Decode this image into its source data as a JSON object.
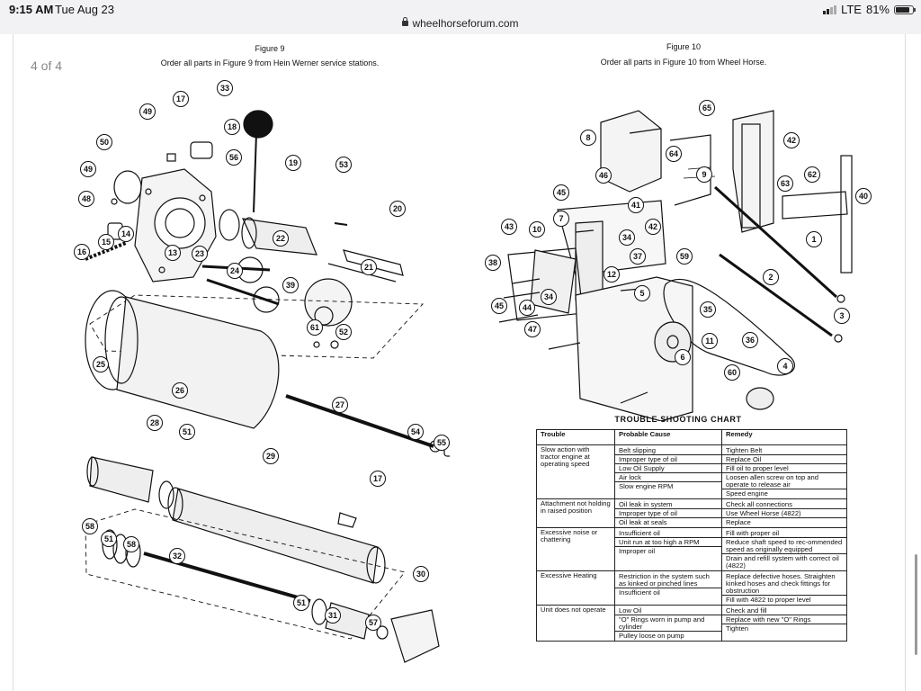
{
  "status_bar": {
    "time": "9:15 AM",
    "date": "Tue Aug 23",
    "url": "wheelhorseforum.com",
    "carrier": "LTE",
    "battery": "81%"
  },
  "viewer": {
    "page_indicator": "4 of 4"
  },
  "figure9": {
    "title": "Figure 9",
    "caption": "Order all parts in Figure  9 from Hein Werner service stations."
  },
  "figure10": {
    "title": "Figure 10",
    "caption": "Order all parts in Figure 10 from Wheel Horse."
  },
  "callouts9": [
    "33",
    "17",
    "49",
    "18",
    "50",
    "56",
    "19",
    "53",
    "49",
    "48",
    "20",
    "22",
    "16",
    "15",
    "14",
    "13",
    "23",
    "21",
    "24",
    "39",
    "25",
    "26",
    "61",
    "52",
    "27",
    "54",
    "55",
    "28",
    "51",
    "29",
    "17",
    "58",
    "51",
    "58",
    "32",
    "30",
    "51",
    "31",
    "57"
  ],
  "callouts10": [
    "65",
    "8",
    "42",
    "64",
    "9",
    "46",
    "63",
    "62",
    "40",
    "45",
    "41",
    "43",
    "10",
    "42",
    "7",
    "34",
    "1",
    "37",
    "38",
    "59",
    "12",
    "2",
    "45",
    "44",
    "34",
    "5",
    "47",
    "35",
    "3",
    "11",
    "36",
    "4",
    "6",
    "60"
  ],
  "trouble": {
    "title": "TROUBLE SHOOTING CHART",
    "headers": [
      "Trouble",
      "Probable Cause",
      "Remedy"
    ],
    "groups": [
      {
        "trouble": "Slow action with tractor engine at operating speed",
        "rows": [
          [
            "Belt slipping",
            "Tighten Belt"
          ],
          [
            "Improper type of oil",
            "Replace Oil"
          ],
          [
            "Low Oil Supply",
            "Fill oil to proper level"
          ],
          [
            "Air lock",
            "Loosen allen screw on top and operate to release air"
          ],
          [
            "Slow engine RPM",
            "Speed engine"
          ]
        ]
      },
      {
        "trouble": "Attachment not holding in raised position",
        "rows": [
          [
            "Oil leak in system",
            "Check all connections"
          ],
          [
            "Improper type of oil",
            "Use Wheel Horse (4822)"
          ],
          [
            "Oil leak at seals",
            "Replace"
          ]
        ]
      },
      {
        "trouble": "Excessive noise or chattering",
        "rows": [
          [
            "Insufficient oil",
            "Fill with proper oil"
          ],
          [
            "Unit run at too high a RPM",
            "Reduce shaft speed to rec-ommended speed as originally equipped"
          ],
          [
            "Improper oil",
            "Drain and refill system with correct oil (4822)"
          ]
        ]
      },
      {
        "trouble": "Excessive Heating",
        "rows": [
          [
            "Restriction in the system such as kinked or pinched lines",
            "Replace defective hoses. Straighten kinked hoses and check fittings for obstruction"
          ],
          [
            "Insufficient oil",
            "Fill with 4822 to proper level"
          ]
        ]
      },
      {
        "trouble": "Unit does not operate",
        "rows": [
          [
            "Low Oil",
            "Check and fill"
          ],
          [
            "\"O\" Rings worn in pump and cylinder",
            "Replace with new \"O\" Rings"
          ],
          [
            "Pulley loose on pump",
            "Tighten"
          ]
        ]
      }
    ]
  }
}
